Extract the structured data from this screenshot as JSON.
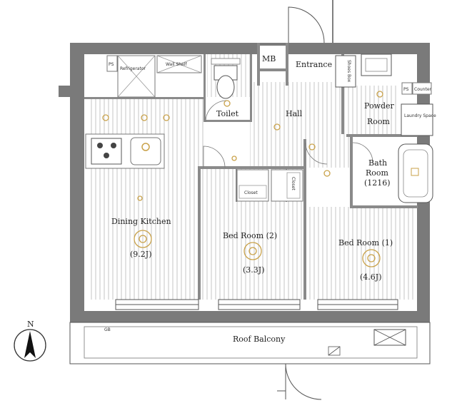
{
  "rooms": {
    "dining_kitchen": {
      "name": "Dining Kitchen",
      "size": "(9.2J)"
    },
    "bedroom2": {
      "name": "Bed Room (2)",
      "size": "(3.3J)"
    },
    "bedroom1": {
      "name": "Bed Room (1)",
      "size": "(4.6J)"
    },
    "toilet": {
      "name": "Toilet"
    },
    "hall": {
      "name": "Hall"
    },
    "entrance": {
      "name": "Entrance"
    },
    "powder_room": {
      "name": "Powder Room",
      "line1": "Powder",
      "line2": "Room"
    },
    "bath_room": {
      "name": "Bath Room (1216)",
      "line1": "Bath",
      "line2": "Room",
      "line3": "(1216)"
    },
    "mb": {
      "name": "MB"
    },
    "roof_balcony": {
      "name": "Roof Balcony"
    }
  },
  "small_labels": {
    "closet_left": "Closet",
    "closet_right": "Closet",
    "ps_top_left": "PS",
    "ps_top_right": "PS",
    "counter": "Counter",
    "laundry": "Laundry Space",
    "shoes_box": "Shoes Box",
    "gb": "GB",
    "refrigerator": "Refrigerator",
    "wall_shelf": "Wall Shelf"
  },
  "compass": {
    "north": "N"
  },
  "colors": {
    "wall": "#757575",
    "line": "#555555",
    "stripe": "#bdbdbd",
    "fixture": "#d4b97a"
  }
}
